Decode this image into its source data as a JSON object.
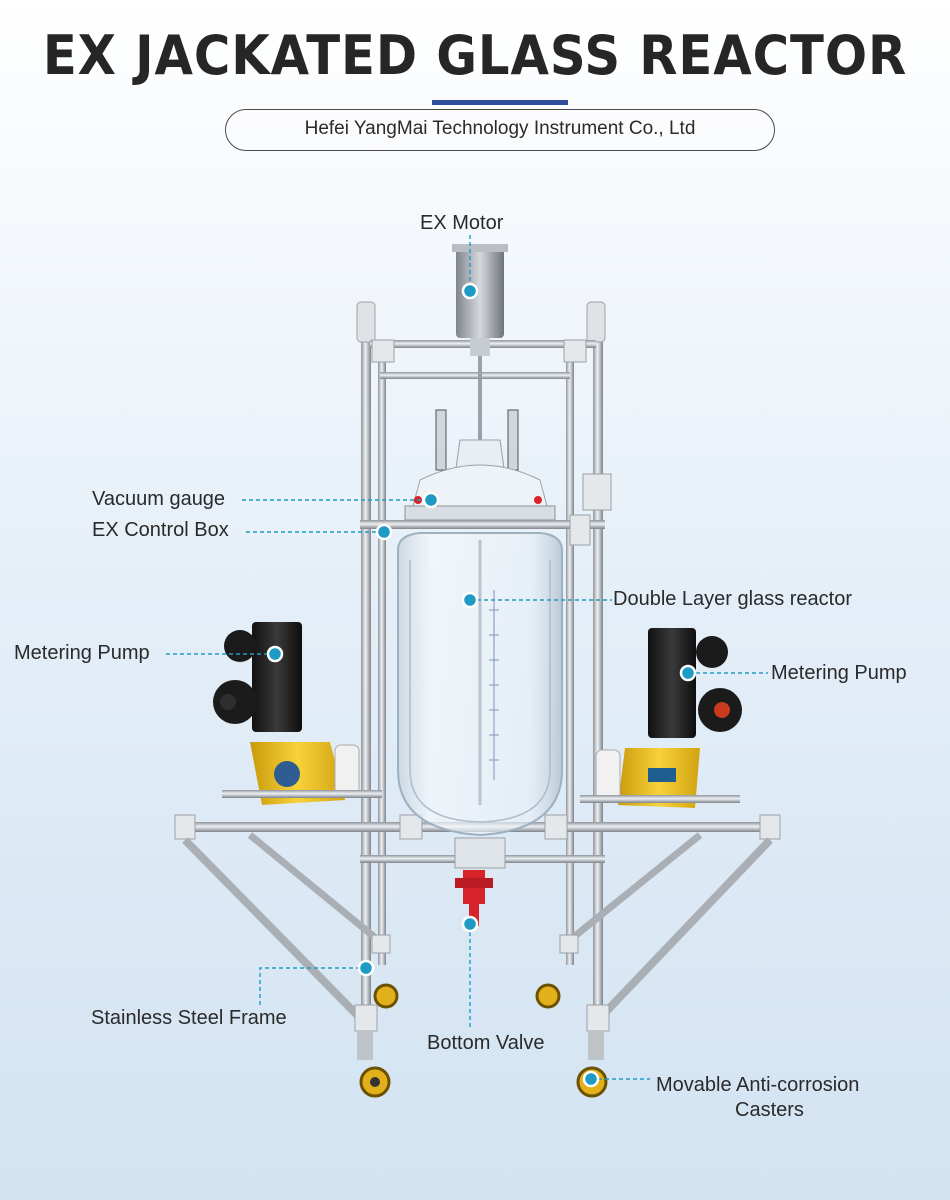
{
  "header": {
    "title": "EX JACKATED GLASS REACTOR",
    "company": "Hefei YangMai Technology Instrument  Co., Ltd"
  },
  "labels": {
    "ex_motor": "EX Motor",
    "vacuum_gauge": "Vacuum gauge",
    "control_box": "EX Control Box",
    "glass_reactor": "Double Layer glass reactor",
    "pump_left": "Metering Pump",
    "pump_right": "Metering Pump",
    "frame": "Stainless Steel Frame",
    "bottom_valve": "Bottom Valve",
    "casters_line1": "Movable Anti-corrosion",
    "casters_line2": "Casters"
  },
  "colors": {
    "accent_dot": "#1e9bc4",
    "title_bar": "#2d4f9e",
    "pump_yellow": "#f2c21a",
    "valve_red": "#d8232a"
  }
}
